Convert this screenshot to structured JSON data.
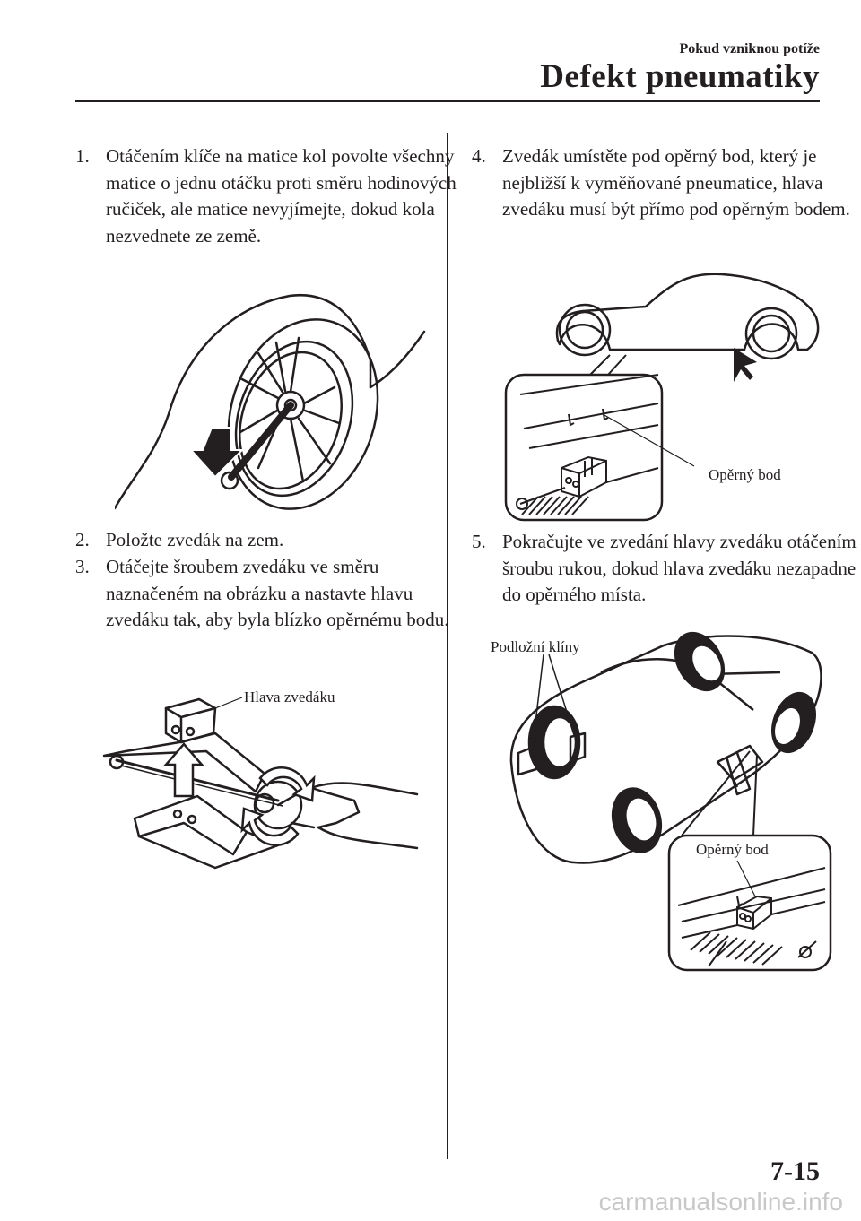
{
  "header": {
    "section": "Pokud vzniknou potíže",
    "title": "Defekt pneumatiky"
  },
  "steps": [
    {
      "num": "1.",
      "text": "Otáčením klíče na matice kol povolte všechny matice o jednu otáčku proti směru hodinových ručiček, ale matice nevyjímejte, dokud kola nezvednete ze země."
    },
    {
      "num": "2.",
      "text": "Položte zvedák na zem."
    },
    {
      "num": "3.",
      "text": "Otáčejte šroubem zvedáku ve směru naznačeném na obrázku a nastavte hlavu zvedáku tak, aby byla blízko opěrnému bodu."
    },
    {
      "num": "4.",
      "text": "Zvedák umístěte pod opěrný bod, který je nejbližší k vyměňované pneumatice, hlava zvedáku musí být přímo pod opěrným bodem."
    },
    {
      "num": "5.",
      "text": "Pokračujte ve zvedání hlavy zvedáku otáčením šroubu rukou, dokud hlava zvedáku nezapadne do opěrného místa."
    }
  ],
  "callouts": {
    "jack_head": "Hlava zvedáku",
    "support_point": "Opěrný bod",
    "wheel_chocks": "Podložní klíny"
  },
  "footer": {
    "page_number": "7-15",
    "watermark": "carmanualsonline.info"
  }
}
